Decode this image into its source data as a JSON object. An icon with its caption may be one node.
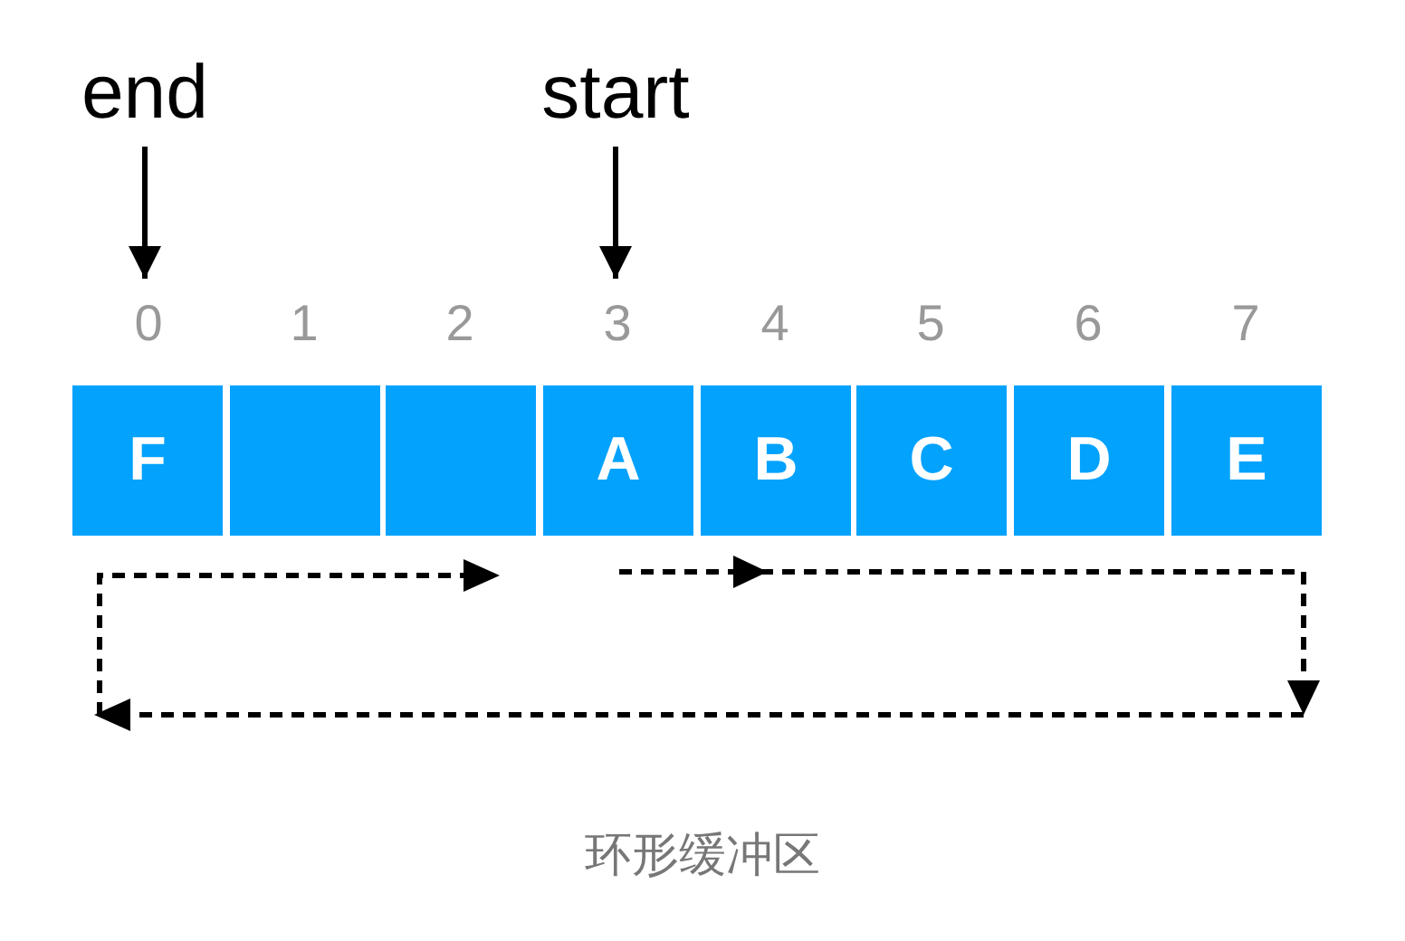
{
  "diagram": {
    "caption": "环形缓冲区",
    "nodes": [
      {
        "text": [
          "end"
        ]
      },
      {
        "text": [
          "start"
        ]
      },
      {
        "text": [
          "0"
        ]
      },
      {
        "text": [
          "1"
        ]
      },
      {
        "text": [
          "2"
        ]
      },
      {
        "text": [
          "3"
        ]
      },
      {
        "text": [
          "4"
        ]
      },
      {
        "text": [
          "5"
        ]
      },
      {
        "text": [
          "6"
        ]
      },
      {
        "text": [
          "7"
        ]
      },
      {
        "text": [
          "F"
        ]
      },
      {
        "text": [],
        "shape": "box"
      },
      {
        "text": [],
        "shape": "box"
      },
      {
        "text": [
          "A"
        ]
      },
      {
        "text": [
          "B"
        ]
      },
      {
        "text": [
          "C"
        ]
      },
      {
        "text": [
          "D"
        ]
      },
      {
        "text": [
          "E"
        ]
      }
    ],
    "edges": [
      {
        "from": 0,
        "to": 2,
        "arrow": "to"
      },
      {
        "from": 1,
        "to": 5,
        "arrow": "to"
      }
    ]
  }
}
